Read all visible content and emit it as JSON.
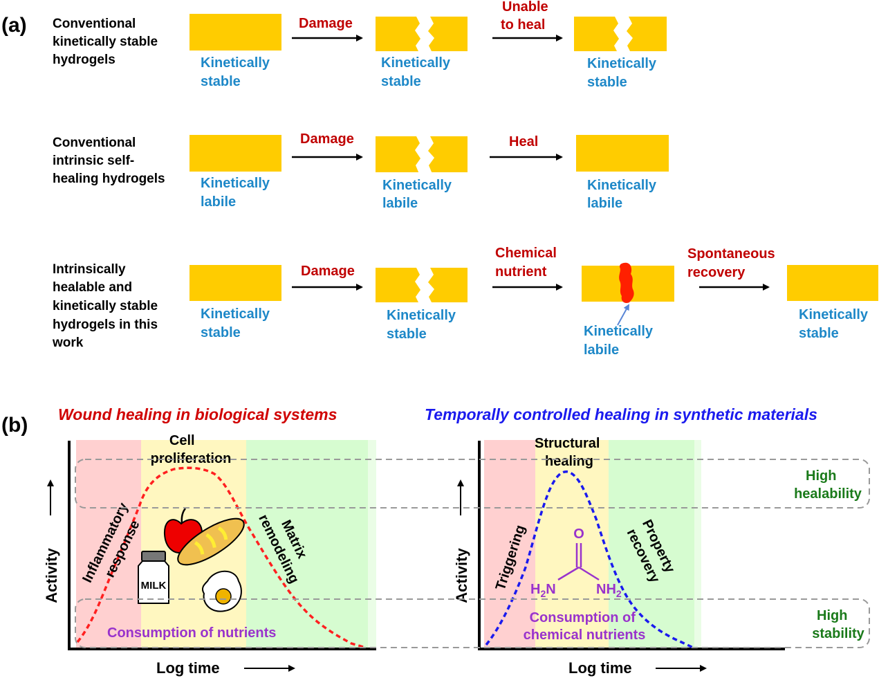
{
  "panel_a": {
    "label": "(a)",
    "rows": [
      {
        "description": [
          "Conventional",
          "kinetically stable",
          "hydrogels"
        ],
        "states": [
          [
            "Kinetically",
            "stable"
          ],
          [
            "Kinetically",
            "stable"
          ],
          [
            "Kinetically",
            "stable"
          ]
        ],
        "arrows": [
          [
            "Damage"
          ],
          [
            "Unable",
            "to heal"
          ]
        ]
      },
      {
        "description": [
          "Conventional",
          "intrinsic self-",
          "healing hydrogels"
        ],
        "states": [
          [
            "Kinetically",
            "labile"
          ],
          [
            "Kinetically",
            "labile"
          ],
          [
            "Kinetically",
            "labile"
          ]
        ],
        "arrows": [
          [
            "Damage"
          ],
          [
            "Heal"
          ]
        ]
      },
      {
        "description": [
          "Intrinsically",
          "healable and",
          "kinetically stable",
          "hydrogels in this",
          "work"
        ],
        "states": [
          [
            "Kinetically",
            "stable"
          ],
          [
            "Kinetically",
            "stable"
          ],
          [
            "Kinetically",
            "labile"
          ],
          [
            "Kinetically",
            "stable"
          ]
        ],
        "arrows": [
          [
            "Damage"
          ],
          [
            "Chemical",
            "nutrient"
          ],
          [
            "Spontaneous",
            "recovery"
          ]
        ]
      }
    ]
  },
  "panel_b": {
    "label": "(b)",
    "left": {
      "title": "Wound healing in biological systems",
      "phase_top": [
        "Cell",
        "proliferation"
      ],
      "phase_left": [
        "Inflammatory",
        "response"
      ],
      "phase_right": [
        "Matrix",
        "remodeling"
      ],
      "consumption": "Consumption of nutrients",
      "milk_label": "MILK",
      "y_axis": "Activity",
      "x_axis": "Log time"
    },
    "right": {
      "title": "Temporally controlled healing in synthetic materials",
      "phase_top": [
        "Structural",
        "healing"
      ],
      "phase_left": "Triggering",
      "phase_right": [
        "Property",
        "recovery"
      ],
      "consumption": [
        "Consumption of",
        "chemical nutrients"
      ],
      "urea": {
        "o": "O",
        "left": "H",
        "left_sub": "2",
        "left_n": "N",
        "right": "NH",
        "right_sub": "2"
      },
      "y_axis": "Activity",
      "x_axis": "Log time"
    },
    "band_labels": {
      "high_healability": [
        "High",
        "healability"
      ],
      "high_stability": [
        "High",
        "stability"
      ]
    }
  },
  "colors": {
    "gel": "#ffcc00",
    "damage_red": "#ff2000",
    "curve_red": "#ff2020",
    "curve_blue": "#1a1aee",
    "phase_red": "#ffd0d0",
    "phase_yellow": "#fff7c0",
    "phase_green": "#d6fcd0"
  }
}
